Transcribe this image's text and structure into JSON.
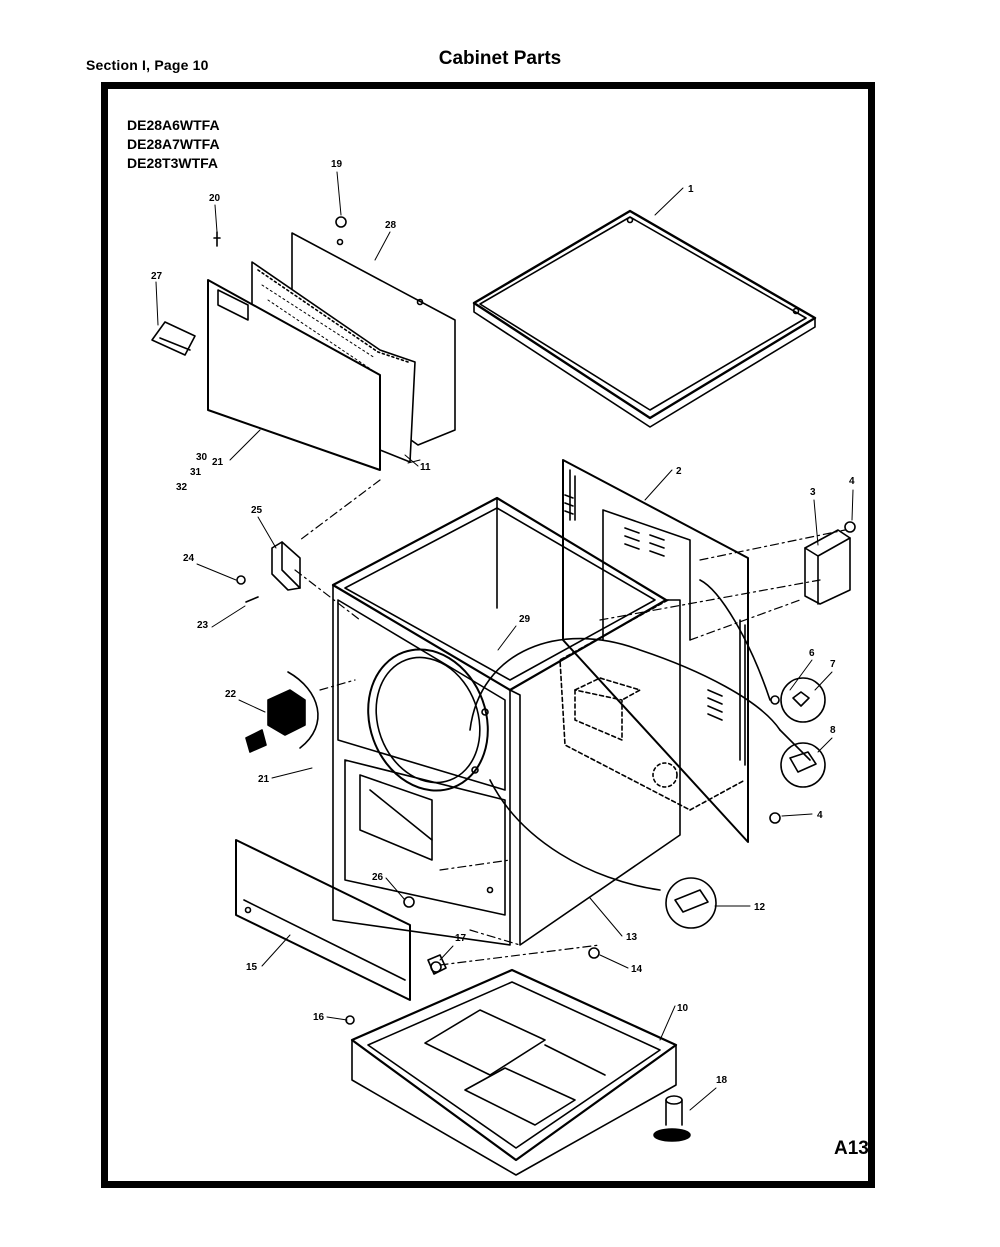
{
  "header": {
    "section": "Section I, Page 10",
    "title": "Cabinet Parts"
  },
  "models": [
    "DE28A6WTFA",
    "DE28A7WTFA",
    "DE28T3WTFA"
  ],
  "sheet_id": "A13",
  "callouts": [
    "1",
    "2",
    "3",
    "4",
    "4",
    "6",
    "7",
    "8",
    "10",
    "11",
    "12",
    "13",
    "14",
    "15",
    "16",
    "17",
    "18",
    "19",
    "20",
    "21",
    "21",
    "22",
    "23",
    "24",
    "25",
    "26",
    "27",
    "28",
    "29",
    "30",
    "31",
    "32"
  ]
}
